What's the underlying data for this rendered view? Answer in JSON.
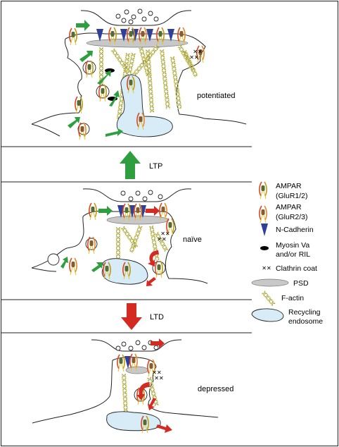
{
  "stages": {
    "top": "potentiated",
    "middle": "naïve",
    "bottom": "depressed"
  },
  "transitions": {
    "ltp": "LTP",
    "ltd": "LTD"
  },
  "legend": {
    "ampar12_line1": "AMPAR",
    "ampar12_line2": "(GluR1/2)",
    "ampar23_line1": "AMPAR",
    "ampar23_line2": "(GluR2/3)",
    "ncadherin": "N-Cadherin",
    "myosin_line1": "Myosin Va",
    "myosin_line2": "and/or RIL",
    "clathrin": "Clathrin coat",
    "psd": "PSD",
    "factin": "F-actin",
    "endosome_line1": "Recycling",
    "endosome_line2": "endosome"
  },
  "colors": {
    "green_arrow": "#2e9e3e",
    "red_arrow": "#d32a22",
    "ncadherin": "#2f3f9a",
    "endosome": "#d7ecf7",
    "psd": "#c8c8c8",
    "actin": "#e9e36a"
  }
}
